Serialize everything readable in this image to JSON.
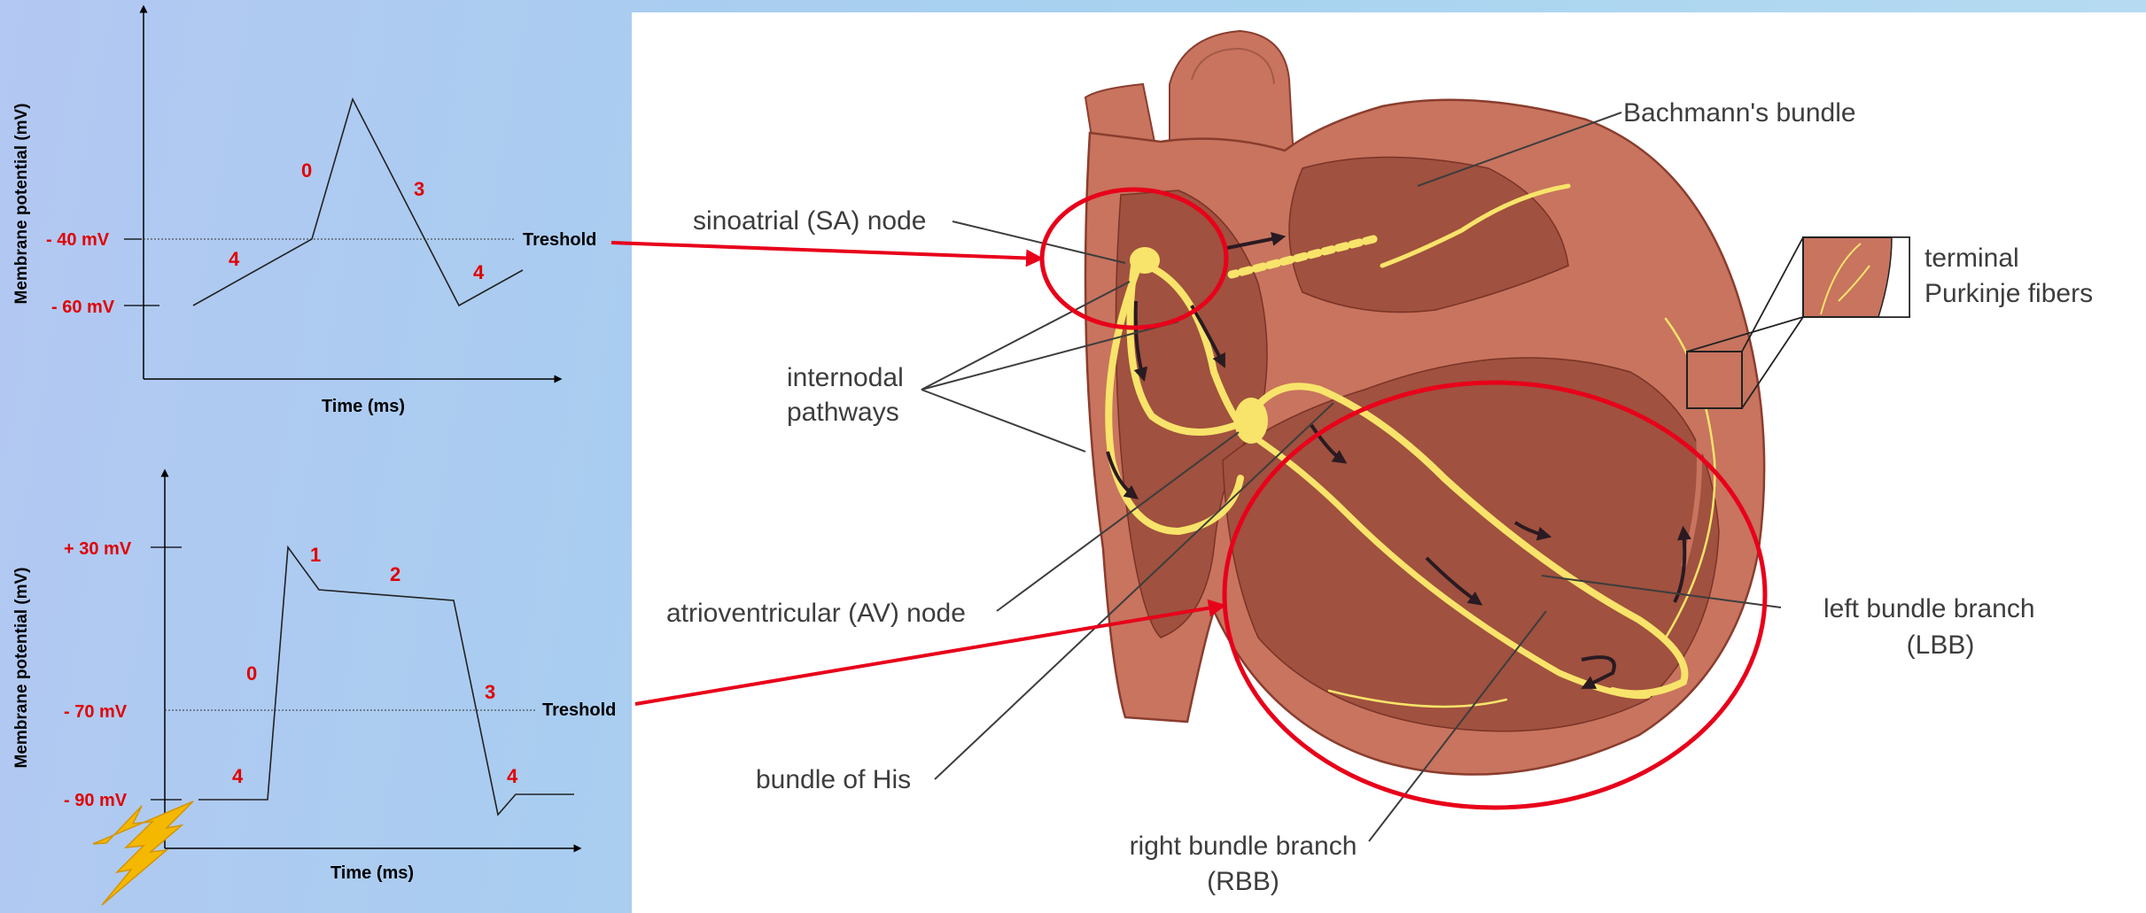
{
  "graph1": {
    "y_axis_label": "Membrane potential (mV)",
    "x_axis_label": "Time (ms)",
    "level_high": "- 40 mV",
    "level_low": "- 60 mV",
    "threshold_label": "Treshold",
    "phase_0": "0",
    "phase_3": "3",
    "phase_4_left": "4",
    "phase_4_right": "4"
  },
  "graph2": {
    "y_axis_label": "Membrane potential (mV)",
    "x_axis_label": "Time (ms)",
    "level_top": "+ 30 mV",
    "level_mid": "- 70 mV",
    "level_low": "- 90 mV",
    "threshold_label": "Treshold",
    "phase_0": "0",
    "phase_1": "1",
    "phase_2": "2",
    "phase_3": "3",
    "phase_4_left": "4",
    "phase_4_right": "4"
  },
  "heart": {
    "bachmann": "Bachmann's bundle",
    "sa_node": "sinoatrial (SA) node",
    "internodal_1": "internodal",
    "internodal_2": "pathways",
    "purkinje_1": "terminal",
    "purkinje_2": "Purkinje fibers",
    "av_node": "atrioventricular (AV) node",
    "lbb_1": "left bundle branch",
    "lbb_2": "(LBB)",
    "his": "bundle of His",
    "rbb_1": "right bundle branch",
    "rbb_2": "(RBB)"
  },
  "colors": {
    "phase_label": "#e00000",
    "highlight": "#e8001a",
    "conduction": "#f8e46a",
    "myocardium": "#a0513f",
    "epicardium": "#c8745f",
    "lightning": "#f5b800"
  }
}
